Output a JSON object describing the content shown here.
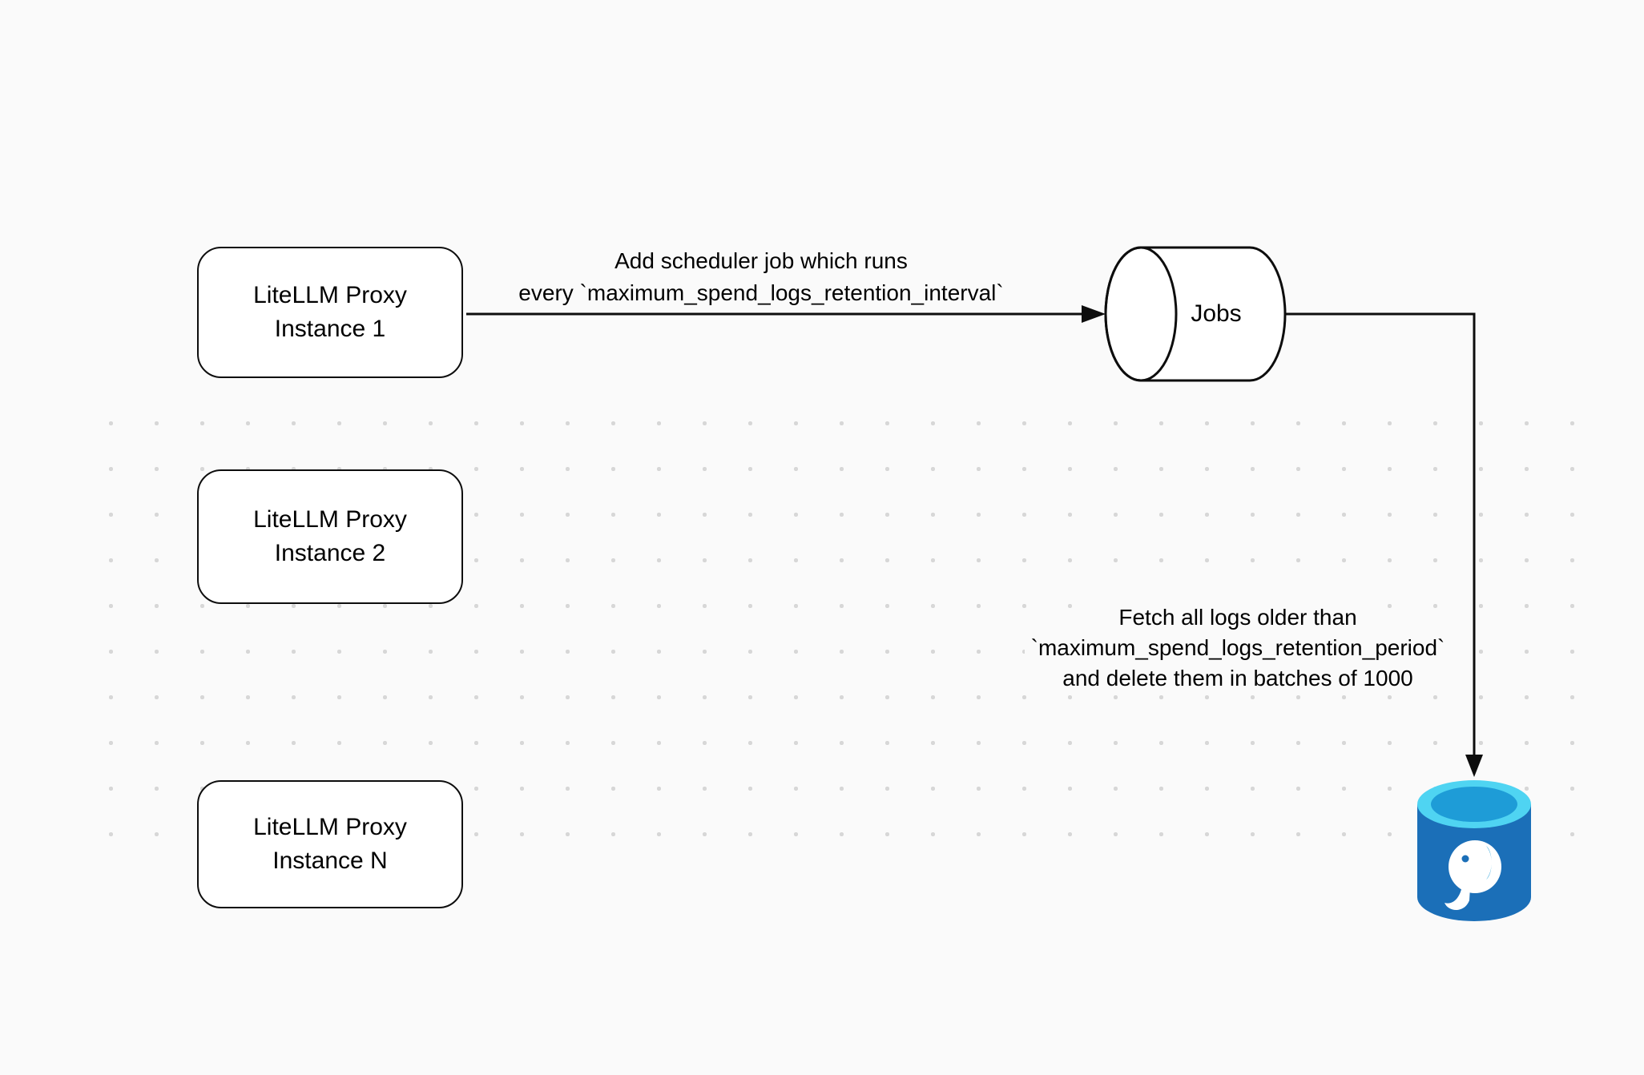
{
  "canvas": {
    "background_color": "#fafafa",
    "dot_color": "#d7d7d7"
  },
  "colors": {
    "stroke": "#0d0d0d",
    "node_fill": "#ffffff",
    "postgres_body": "#1b6fb8",
    "postgres_top_rim": "#4fd4f2",
    "postgres_top_inner": "#1e9cd7",
    "postgres_elephant": "#ffffff"
  },
  "nodes": {
    "instance1": {
      "line1": "LiteLLM Proxy",
      "line2": "Instance 1"
    },
    "instance2": {
      "line1": "LiteLLM Proxy",
      "line2": "Instance 2"
    },
    "instance_n": {
      "line1": "LiteLLM Proxy",
      "line2": "Instance N"
    },
    "jobs": {
      "label": "Jobs"
    },
    "postgres": {
      "icon": "postgresql-database-icon"
    }
  },
  "edges": {
    "add_scheduler": {
      "line1": "Add scheduler job which runs",
      "line2": "every `maximum_spend_logs_retention_interval`"
    },
    "fetch_logs": {
      "line1": "Fetch all logs older than",
      "line2": "`maximum_spend_logs_retention_period`",
      "line3": "and delete them in batches of 1000"
    }
  }
}
